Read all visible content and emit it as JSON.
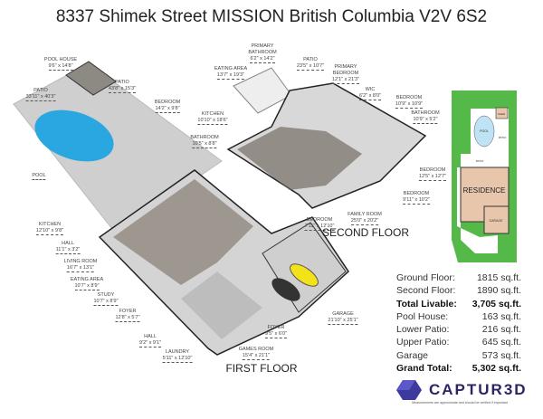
{
  "title": "8337 Shimek Street MISSION British Columbia V2V 6S2",
  "floors": {
    "first": "FIRST FLOOR",
    "second": "SECOND FLOOR"
  },
  "rooms_outdoor": [
    {
      "name": "POOL HOUSE",
      "dim": "9'6\" x 14'8\""
    },
    {
      "name": "PATIO",
      "dim": "33'11\" x 40'3\""
    },
    {
      "name": "PATIO",
      "dim": "43'8\" x 15'3\""
    },
    {
      "name": "POOL",
      "dim": ""
    }
  ],
  "rooms_first": [
    {
      "name": "BEDROOM",
      "dim": "14'2\" x 9'8\""
    },
    {
      "name": "BATHROOM",
      "dim": "10'5\" x 8'8\""
    },
    {
      "name": "KITCHEN",
      "dim": "12'10\" x 9'8\""
    },
    {
      "name": "HALL",
      "dim": "11'1\" x 3'2\""
    },
    {
      "name": "LIVING ROOM",
      "dim": "16'7\" x 13'1\""
    },
    {
      "name": "EATING AREA",
      "dim": "10'7\" x 8'9\""
    },
    {
      "name": "STUDY",
      "dim": "10'7\" x 8'9\""
    },
    {
      "name": "FOYER",
      "dim": "12'8\" x 5'7\""
    },
    {
      "name": "HALL",
      "dim": "9'2\" x 9'1\""
    },
    {
      "name": "LAUNDRY",
      "dim": "5'11\" x 12'10\""
    },
    {
      "name": "GAMES ROOM",
      "dim": "15'4\" x 21'1\""
    },
    {
      "name": "FOYER",
      "dim": "9'5\" x 6'0\""
    },
    {
      "name": "GARAGE",
      "dim": "21'10\" x 25'1\""
    }
  ],
  "rooms_second": [
    {
      "name": "KITCHEN",
      "dim": "10'10\" x 18'6\""
    },
    {
      "name": "EATING AREA",
      "dim": "13'7\" x 19'3\""
    },
    {
      "name": "PRIMARY BATHROOM",
      "dim": "6'2\" x 14'2\""
    },
    {
      "name": "PATIO",
      "dim": "23'5\" x 10'7\""
    },
    {
      "name": "PRIMARY BEDROOM",
      "dim": "12'1\" x 21'3\""
    },
    {
      "name": "WIC",
      "dim": "6'2\" x 8'0\""
    },
    {
      "name": "BEDROOM",
      "dim": "10'9\" x 10'9\""
    },
    {
      "name": "BATHROOM",
      "dim": "10'9\" x 5'2\""
    },
    {
      "name": "BEDROOM",
      "dim": "12'5\" x 12'7\""
    },
    {
      "name": "BEDROOM",
      "dim": "9'11\" x 10'2\""
    },
    {
      "name": "FAMILY ROOM",
      "dim": "25'0\" x 20'2\""
    },
    {
      "name": "BEDROOM",
      "dim": "7'11\" x 12'10\""
    }
  ],
  "site_plan": {
    "shed": "SHED",
    "pool": "POOL",
    "patio": "PATIO",
    "patio2": "PATIO",
    "residence": "RESIDENCE",
    "garage": "GARAGE"
  },
  "stats": [
    {
      "label": "Ground Floor:",
      "value": "1815 sq.ft.",
      "bold": false
    },
    {
      "label": "Second Floor:",
      "value": "1890 sq.ft.",
      "bold": false
    },
    {
      "label": "Total Livable:",
      "value": "3,705 sq.ft.",
      "bold": true
    },
    {
      "label": "Pool House:",
      "value": "163 sq.ft.",
      "bold": false
    },
    {
      "label": "Lower Patio:",
      "value": "216 sq.ft.",
      "bold": false
    },
    {
      "label": "Upper Patio:",
      "value": "645 sq.ft.",
      "bold": false
    },
    {
      "label": "Garage",
      "value": "573 sq.ft.",
      "bold": false
    },
    {
      "label": "Grand Total:",
      "value": "5,302 sq.ft.",
      "bold": true
    }
  ],
  "brand": {
    "name": "CAPTUR3D",
    "disclaimer": "Measurements are approximate and should be verified if important",
    "color": "#2a2563"
  },
  "colors": {
    "pool": "#2aa6e0",
    "lawn": "#55b949",
    "residence": "#e8c6ac"
  }
}
